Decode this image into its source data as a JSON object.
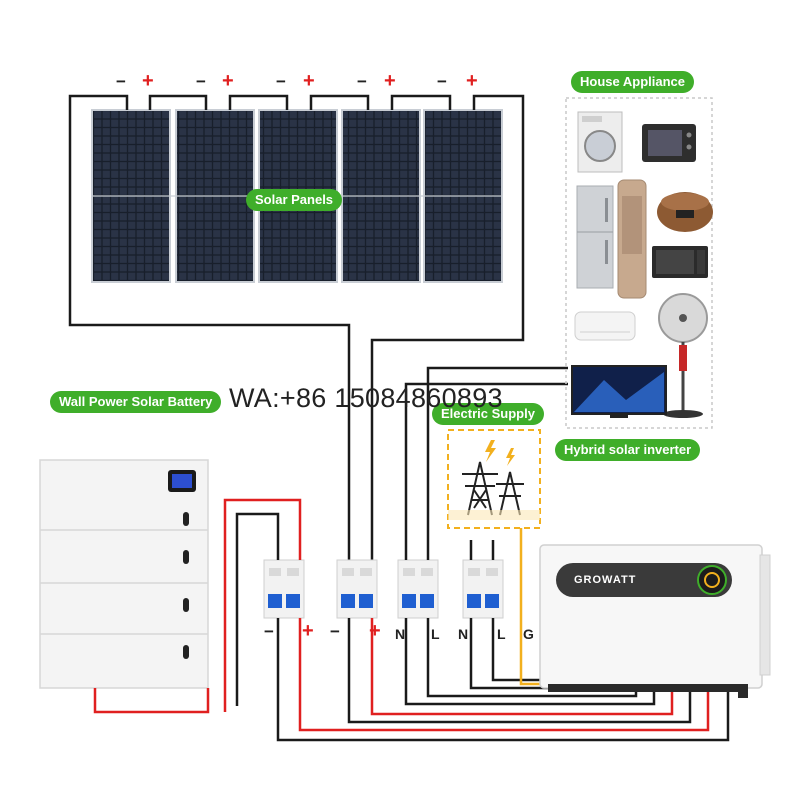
{
  "labels": {
    "solar_panels": "Solar Panels",
    "house_appliance": "House Appliance",
    "wall_battery": "Wall Power Solar Battery",
    "electric_supply": "Electric Supply",
    "hybrid_inverter": "Hybrid solar inverter",
    "inverter_brand": "GROWATT",
    "watermark": "WA:+86 15084860893"
  },
  "terminals": {
    "minus": "−",
    "plus": "+",
    "n": "N",
    "l": "L",
    "g": "G"
  },
  "colors": {
    "green": "#3fae2a",
    "red_wire": "#e02020",
    "black_wire": "#1a1a1a",
    "yellow_wire": "#f2b01e",
    "breaker_blue": "#1f5fd1"
  },
  "icons": {
    "appliances": [
      "washing-machine-icon",
      "oven-icon",
      "refrigerator-icon",
      "tower-ac-icon",
      "rice-cooker-icon",
      "microwave-icon",
      "wall-ac-icon",
      "fan-icon",
      "tv-icon"
    ],
    "supply": "transmission-tower-icon",
    "lightning": "lightning-icon"
  }
}
